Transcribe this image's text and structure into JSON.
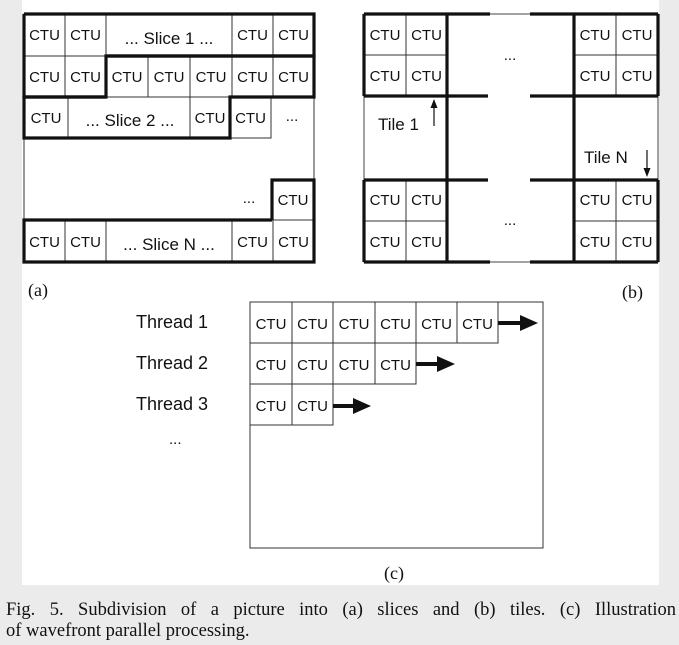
{
  "figure": {
    "cell_label": "CTU",
    "panel_a": {
      "label": "(a)",
      "slice_1": "... Slice 1 ...",
      "slice_2": "... Slice 2 ...",
      "slice_n": "... Slice N ...",
      "row_ellipsis": "...",
      "gap_ellipsis": "..."
    },
    "panel_b": {
      "label": "(b)",
      "tile_1": "Tile 1",
      "tile_n": "Tile N",
      "top_ellipsis": "...",
      "bottom_ellipsis": "..."
    },
    "panel_c": {
      "label": "(c)",
      "threads": [
        "Thread 1",
        "Thread 2",
        "Thread 3"
      ],
      "more_threads": "..."
    }
  },
  "caption": {
    "line1": "Fig. 5.   Subdivision of a picture into (a) slices and (b) tiles. (c) Illustration",
    "line2": "of wavefront parallel processing."
  }
}
